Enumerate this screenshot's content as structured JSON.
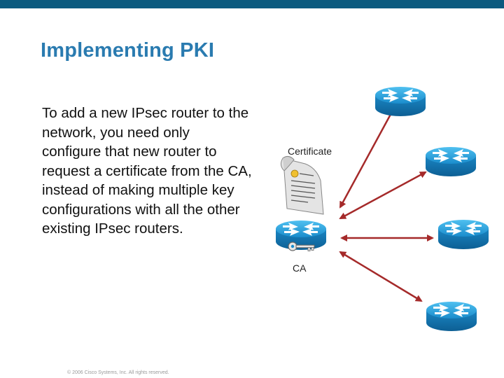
{
  "slide": {
    "title": "Implementing PKI",
    "body": "To add a new IPsec router to the network, you need only configure that new router to request a certificate from the CA, instead of making multiple key configurations with all the other existing IPsec routers.",
    "copyright": "© 2006 Cisco Systems, Inc. All rights reserved."
  },
  "diagram": {
    "certificate_label": "Certificate",
    "ca_label": "CA",
    "colors": {
      "header_bar": "#0b5a7f",
      "title": "#2a7bb0",
      "router_blue": "#1c96d2",
      "arrow_red": "#a52a2a"
    },
    "icons": [
      "router-icon",
      "certificate-icon",
      "key-icon"
    ],
    "routers": [
      "ca-router",
      "router-top",
      "router-upper-right",
      "router-middle-right",
      "router-bottom-right"
    ]
  }
}
